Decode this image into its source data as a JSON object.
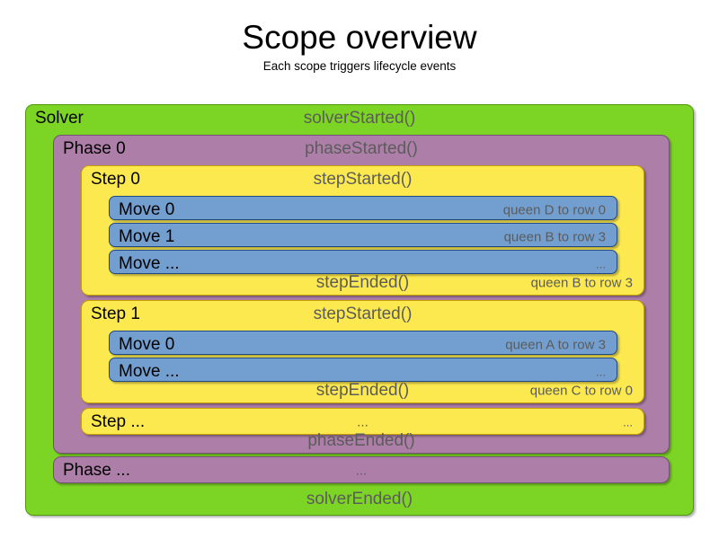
{
  "heading": {
    "title": "Scope overview",
    "subtitle": "Each scope triggers lifecycle events"
  },
  "colors": {
    "solver": "#7CD424",
    "solver_border": "#4e9a06",
    "phase": "#AD7FA8",
    "phase_border": "#75507B",
    "step": "#FCE94F",
    "step_border": "#C4A000",
    "move": "#729FCF",
    "move_border": "#204A87",
    "label_text": "#000000",
    "event_text": "#5c5c5c",
    "background": "#ffffff"
  },
  "solver": {
    "label": "Solver",
    "started_event": "solverStarted()",
    "ended_event": "solverEnded()"
  },
  "phase0": {
    "label": "Phase 0",
    "started_event": "phaseStarted()",
    "ended_event": "phaseEnded()"
  },
  "phase_ellipsis": {
    "label": "Phase ...",
    "event": "..."
  },
  "step0": {
    "label": "Step 0",
    "started_event": "stepStarted()",
    "ended_event": "stepEnded()",
    "ended_detail": "queen B to row 3",
    "moves": [
      {
        "label": "Move 0",
        "detail": "queen D to row 0"
      },
      {
        "label": "Move 1",
        "detail": "queen B to row 3"
      },
      {
        "label": "Move ...",
        "detail": "..."
      }
    ]
  },
  "step1": {
    "label": "Step 1",
    "started_event": "stepStarted()",
    "ended_event": "stepEnded()",
    "ended_detail": "queen C to row 0",
    "moves": [
      {
        "label": "Move 0",
        "detail": "queen A to row 3"
      },
      {
        "label": "Move ...",
        "detail": "..."
      }
    ]
  },
  "step_ellipsis": {
    "label": "Step ...",
    "event": "...",
    "detail": "..."
  }
}
